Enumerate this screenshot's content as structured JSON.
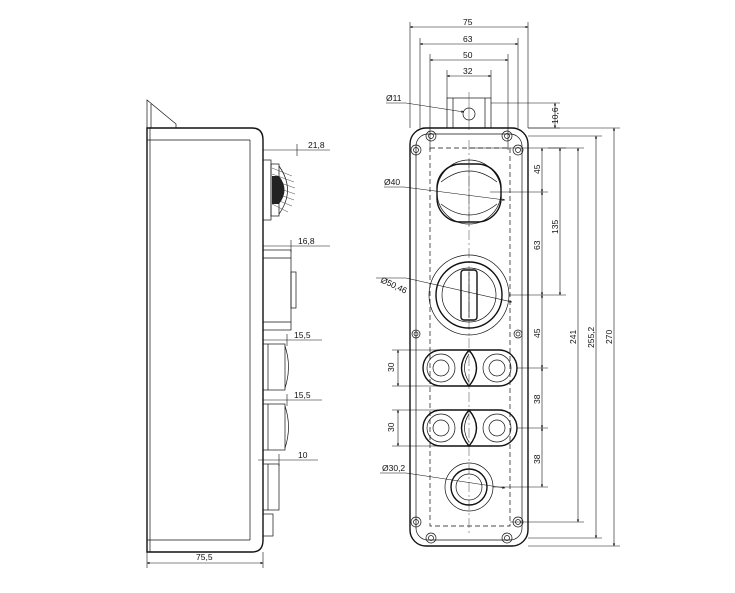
{
  "diagram": {
    "title": "Pendant control station — technical drawing (side and front views)",
    "side_view": {
      "depth_total": "75,5",
      "mushroom_projection": "21,8",
      "selector_projection": "16,8",
      "button1_projection": "15,5",
      "button2_projection": "15,5",
      "indicator_projection": "10"
    },
    "front_view": {
      "width_total": "75",
      "width_inner": "63",
      "width_cover": "50",
      "bracket_width": "32",
      "hole_diameter": "Ø11",
      "bracket_height": "10,6",
      "mushroom_diameter": "Ø40",
      "selector_diameter": "Ø50,46",
      "indicator_diameter": "Ø30,2",
      "pitch_mushroom": "45",
      "pitch_selector": "63",
      "pitch_lower": "45",
      "span_upper": "135",
      "pitch_double1": "38",
      "pitch_double2": "38",
      "double_height_1": "30",
      "double_height_2": "30",
      "height_241": "241",
      "height_255": "255,2",
      "height_270": "270"
    }
  }
}
